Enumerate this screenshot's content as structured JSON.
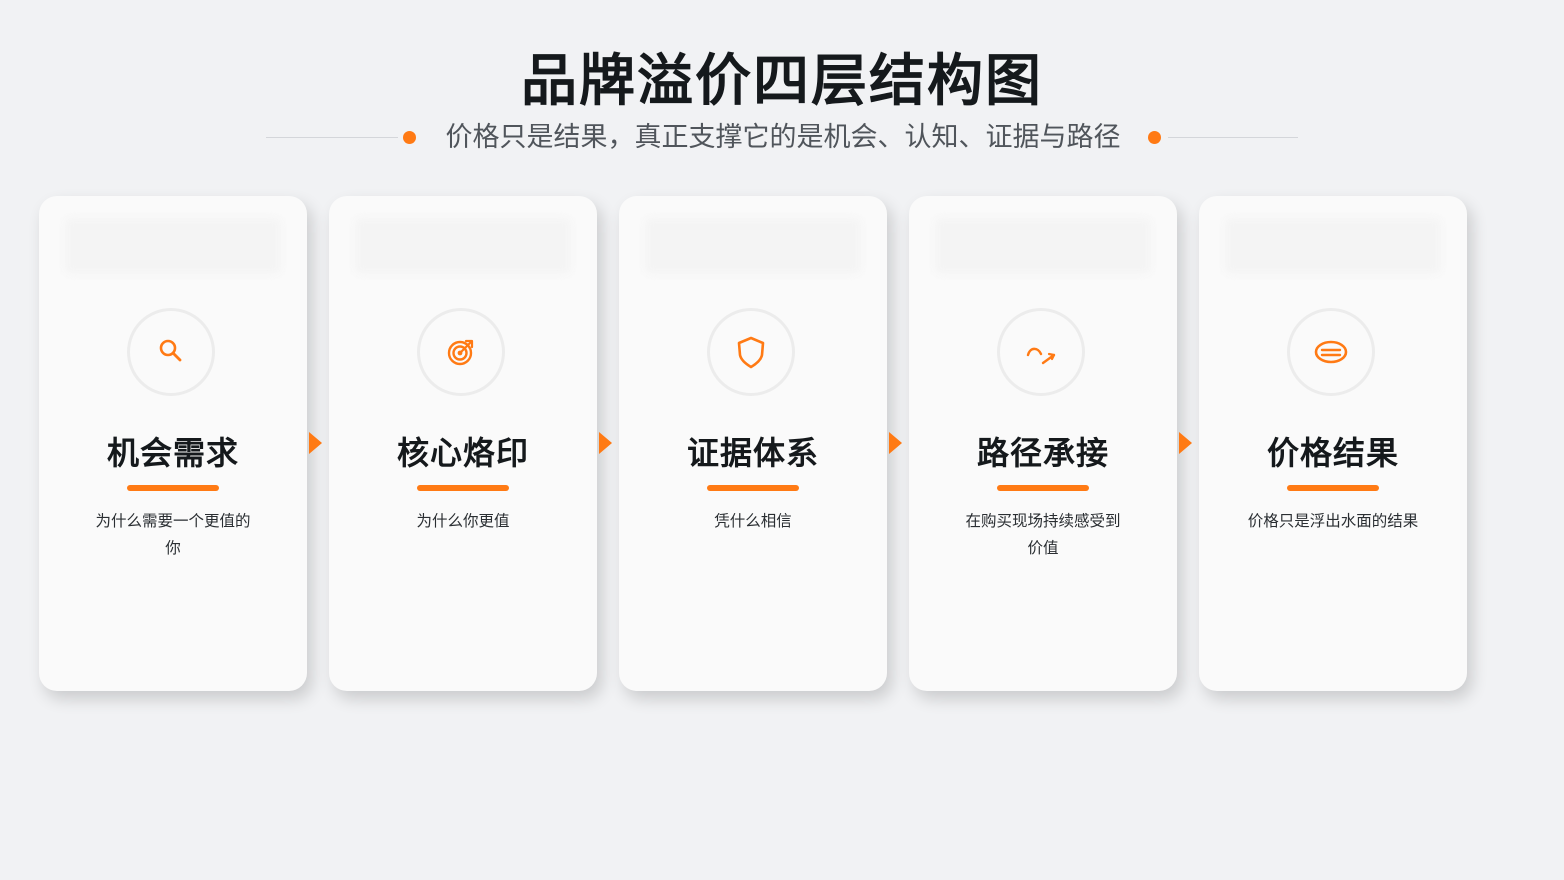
{
  "title": "品牌溢价四层结构图",
  "subtitle": "价格只是结果，真正支撑它的是机会、认知、证据与路径",
  "colors": {
    "accent": "#ff7a14",
    "title": "#15191c",
    "subtitle": "#50555b",
    "background": "#f1f2f4",
    "card": "#fafafa"
  },
  "cards": [
    {
      "title": "机会需求",
      "desc": "为什么需要一个更值的你",
      "icon": "search-icon"
    },
    {
      "title": "核心烙印",
      "desc": "为什么你更值",
      "icon": "target-icon"
    },
    {
      "title": "证据体系",
      "desc": "凭什么相信",
      "icon": "shield-icon"
    },
    {
      "title": "路径承接",
      "desc": "在购买现场持续感受到价值",
      "icon": "path-arrow-icon"
    },
    {
      "title": "价格结果",
      "desc": "价格只是浮出水面的结果",
      "icon": "price-tag-icon"
    }
  ],
  "connectors": [
    "arrow-right",
    "arrow-right",
    "arrow-right",
    "arrow-right"
  ]
}
